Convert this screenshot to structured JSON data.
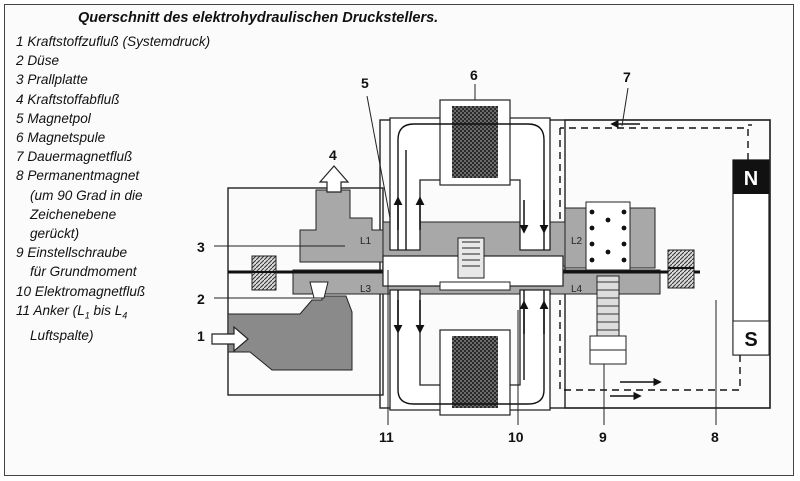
{
  "title": "Querschnitt des elektrohydraulischen Druckstellers.",
  "legend": [
    {
      "text": "1 Kraftstoffzufluß (Systemdruck)"
    },
    {
      "text": "2 Düse"
    },
    {
      "text": "3 Prallplatte"
    },
    {
      "text": "4 Kraftstoffabfluß"
    },
    {
      "text": "5 Magnetpol"
    },
    {
      "text": "6 Magnetspule"
    },
    {
      "text": "7 Dauermagnetfluß"
    },
    {
      "text": "8 Permanentmagnet"
    },
    {
      "text": "(um 90 Grad in die",
      "cont": true
    },
    {
      "text": "Zeichenebene",
      "cont": true
    },
    {
      "text": "gerückt)",
      "cont": true
    },
    {
      "text": "9 Einstellschraube"
    },
    {
      "text": "für Grundmoment",
      "cont": true
    },
    {
      "text": "10 Elektromagnetfluß"
    },
    {
      "text": "11 Anker (L",
      "sub1": "1",
      "mid": " bis L",
      "sub2": "4"
    },
    {
      "text": "Luftspalte)",
      "cont": true
    }
  ],
  "callouts": {
    "n1": "1",
    "n2": "2",
    "n3": "3",
    "n4": "4",
    "n5": "5",
    "n6": "6",
    "n7": "7",
    "n8": "8",
    "n9": "9",
    "n10": "10",
    "n11": "11"
  },
  "gaps": {
    "l1": "L1",
    "l2": "L2",
    "l3": "L3",
    "l4": "L4"
  },
  "magnet": {
    "north": "N",
    "south": "S"
  },
  "colors": {
    "fluid": "#a8a8a8",
    "ink": "#1a1a1a"
  }
}
